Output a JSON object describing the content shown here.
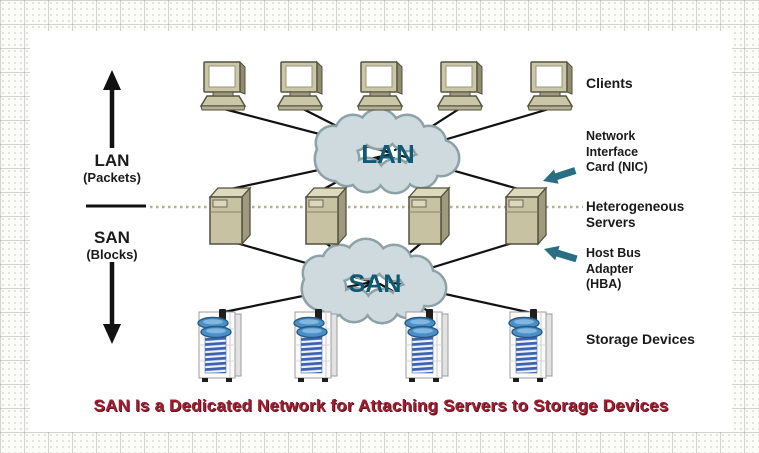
{
  "diagram": {
    "caption": "SAN Is a Dedicated Network for Attaching Servers to Storage Devices",
    "axis": {
      "lan_title": "LAN",
      "lan_subtitle": "(Packets)",
      "san_title": "SAN",
      "san_subtitle": "(Blocks)"
    },
    "clouds": {
      "lan_label": "LAN",
      "san_label": "SAN"
    },
    "labels": {
      "clients": "Clients",
      "nic_lines": [
        "Network",
        "Interface",
        "Card (NIC)"
      ],
      "heterogeneous_lines": [
        "Heterogeneous",
        "Servers"
      ],
      "hba_lines": [
        "Host Bus",
        "Adapter",
        "(HBA)"
      ],
      "storage": "Storage Devices"
    },
    "devices": {
      "client_count": 5,
      "server_count": 4,
      "storage_count": 4
    },
    "colors": {
      "caption_text": "#A01E30",
      "cloud_fill": "#CEDADE",
      "cloud_outline": "#8DA2A7",
      "cloud_label_text": "#0E5A74",
      "pointer_arrow_teal": "#2A6E84",
      "connector_line": "#111111",
      "dotted_divider": "#B5B18A",
      "device_beige": "#C6C2A2",
      "disk_blue": "#4A8FC7"
    },
    "icons": {
      "client": "desktop-computer-icon",
      "server": "server-tower-icon",
      "storage": "disk-array-icon",
      "lan_cloud": "network-cloud-icon",
      "san_cloud": "network-cloud-icon",
      "nic_pointer": "arrow-left-icon",
      "hba_pointer": "arrow-left-icon",
      "lan_direction": "arrow-up-icon",
      "san_direction": "arrow-down-icon"
    }
  }
}
